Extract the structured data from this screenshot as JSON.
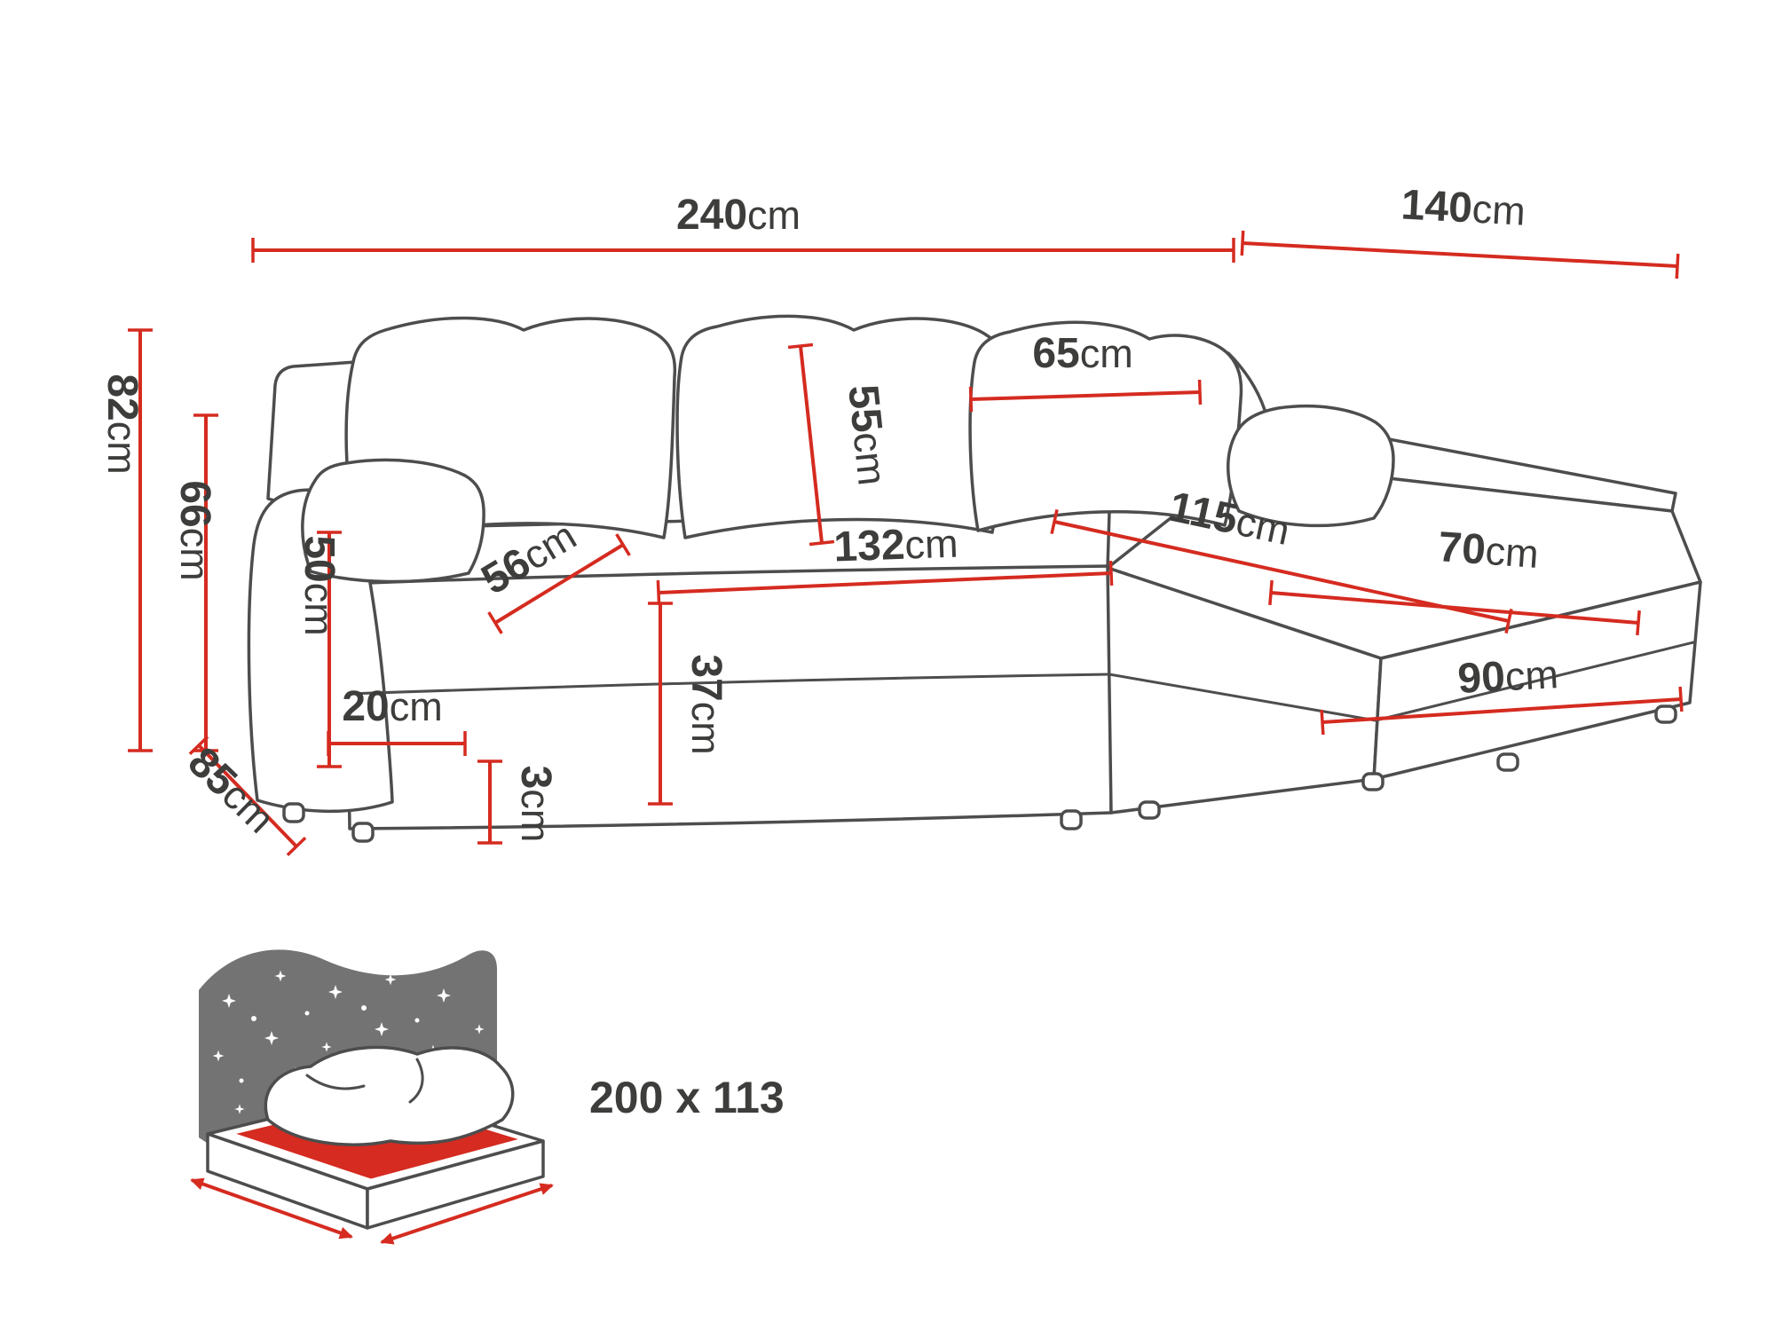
{
  "page": {
    "background": "#ffffff"
  },
  "colors": {
    "dimension_line": "#d52b20",
    "outline": "#4d4d4d",
    "label_text": "#3d3d3b",
    "night_background": "#737373",
    "mattress_top": "#d52b20"
  },
  "labels": {
    "total_width": {
      "value": "240",
      "unit": "cm"
    },
    "total_depth": {
      "value": "140",
      "unit": "cm"
    },
    "total_height": {
      "value": "82",
      "unit": "cm"
    },
    "backrest_height": {
      "value": "66",
      "unit": "cm"
    },
    "armrest_height": {
      "value": "50",
      "unit": "cm"
    },
    "side_depth": {
      "value": "85",
      "unit": "cm"
    },
    "armrest_width": {
      "value": "20",
      "unit": "cm"
    },
    "seat_depth": {
      "value": "56",
      "unit": "cm"
    },
    "back_cushion_height": {
      "value": "55",
      "unit": "cm"
    },
    "back_cushion_width": {
      "value": "65",
      "unit": "cm"
    },
    "seat_width": {
      "value": "132",
      "unit": "cm"
    },
    "chaise_length": {
      "value": "115",
      "unit": "cm"
    },
    "chaise_seat_width": {
      "value": "70",
      "unit": "cm"
    },
    "chaise_outer_width": {
      "value": "90",
      "unit": "cm"
    },
    "seat_height": {
      "value": "37",
      "unit": "cm"
    },
    "leg_height": {
      "value": "3",
      "unit": "cm"
    },
    "sleeping_area": {
      "value": "200 x 113",
      "unit": ""
    }
  }
}
